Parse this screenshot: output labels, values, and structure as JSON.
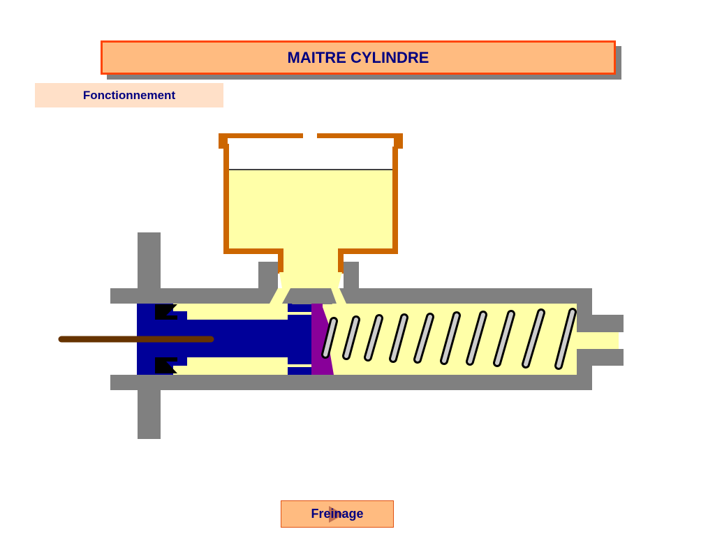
{
  "header": {
    "title": "MAITRE CYLINDRE"
  },
  "subtitle": "Fonctionnement",
  "nav": {
    "next_label": "Freinage",
    "next_icon": "play-arrow-icon"
  },
  "colors": {
    "title_fill": "#ffbb80",
    "title_border": "#ff4400",
    "text": "#000080",
    "body_grey": "#808080",
    "fluid": "#ffffa8",
    "reservoir": "#cc6600",
    "piston": "#000099",
    "seal": "#880099",
    "rod": "#663300"
  }
}
